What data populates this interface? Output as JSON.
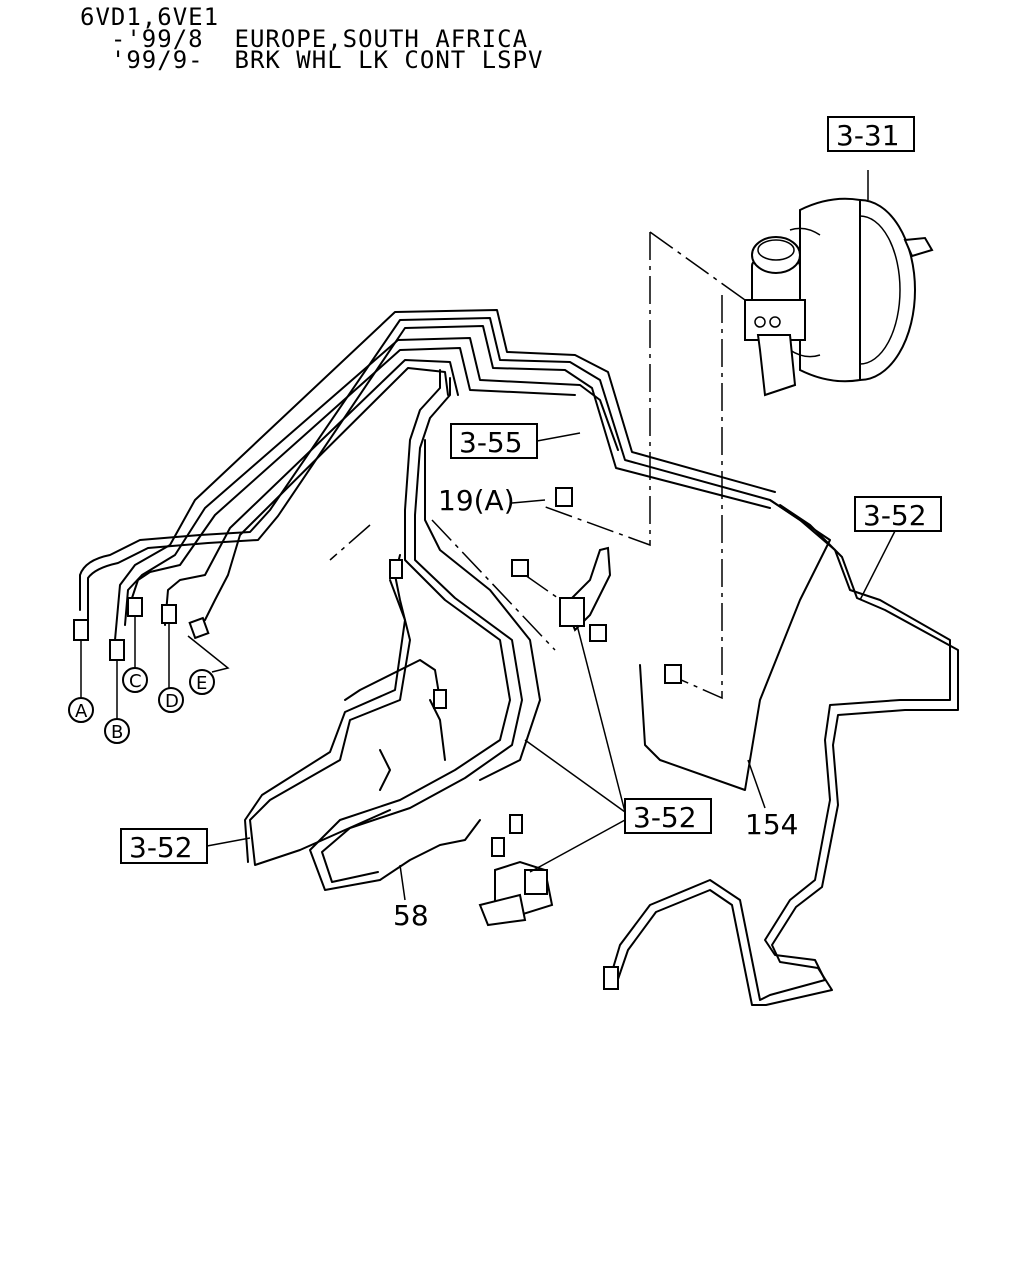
{
  "header": {
    "line1": "6VD1,6VE1",
    "line2": "  -'99/8  EUROPE,SOUTH AFRICA",
    "line3": "  '99/9-  BRK WHL LK CONT LSPV"
  },
  "refs": {
    "r331": "3-31",
    "r355": "3-55",
    "r352_right": "3-52",
    "r352_center": "3-52",
    "r352_left": "3-52"
  },
  "parts": {
    "p19a": "19(A)",
    "p154": "154",
    "p58": "58"
  },
  "connectors": {
    "a": "A",
    "b": "B",
    "c": "C",
    "d": "D",
    "e": "E"
  }
}
